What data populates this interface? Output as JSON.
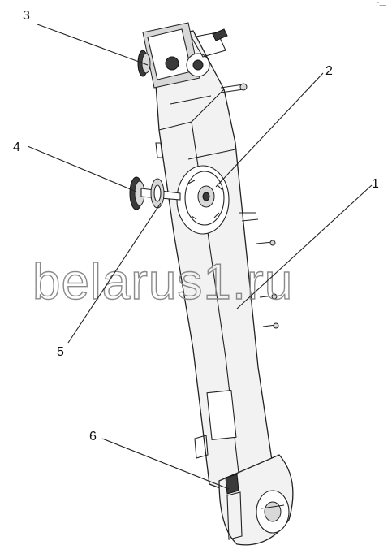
{
  "diagram": {
    "corner_mark": "´—",
    "watermark": "belarus1.ru",
    "callouts": [
      {
        "id": "callout-3",
        "label": "3"
      },
      {
        "id": "callout-2",
        "label": "2"
      },
      {
        "id": "callout-4",
        "label": "4"
      },
      {
        "id": "callout-1",
        "label": "1"
      },
      {
        "id": "callout-5",
        "label": "5"
      },
      {
        "id": "callout-6",
        "label": "6"
      }
    ]
  }
}
